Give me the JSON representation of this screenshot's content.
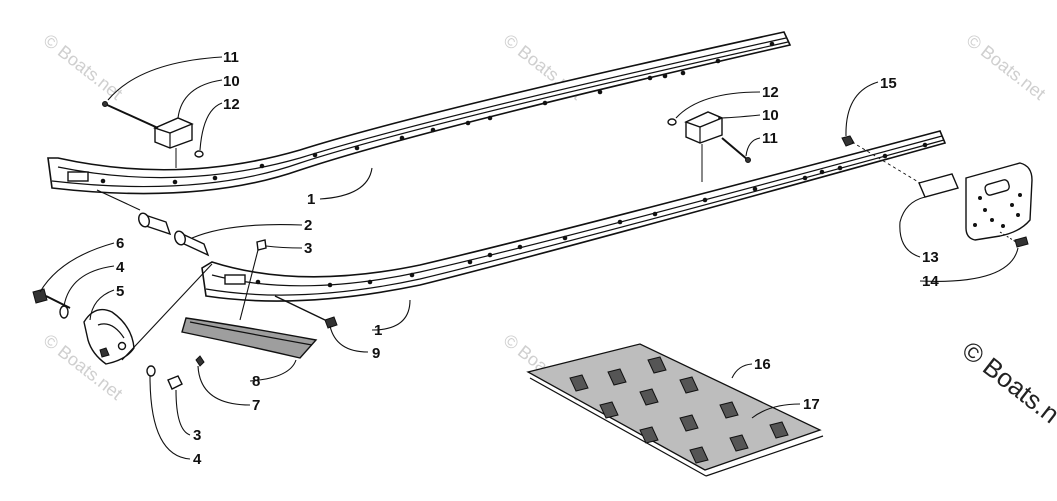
{
  "watermark": {
    "text": "© Boats.net",
    "corner_text": "© Boats.n"
  },
  "callouts": [
    {
      "id": "c11a",
      "text": "11"
    },
    {
      "id": "c10a",
      "text": "10"
    },
    {
      "id": "c12a",
      "text": "12"
    },
    {
      "id": "c12b",
      "text": "12"
    },
    {
      "id": "c10b",
      "text": "10"
    },
    {
      "id": "c11b",
      "text": "11"
    },
    {
      "id": "c15",
      "text": "15"
    },
    {
      "id": "c1a",
      "text": "1"
    },
    {
      "id": "c2",
      "text": "2"
    },
    {
      "id": "c3a",
      "text": "3"
    },
    {
      "id": "c6",
      "text": "6"
    },
    {
      "id": "c4a",
      "text": "4"
    },
    {
      "id": "c5",
      "text": "5"
    },
    {
      "id": "c1b",
      "text": "1"
    },
    {
      "id": "c9",
      "text": "9"
    },
    {
      "id": "c8",
      "text": "8"
    },
    {
      "id": "c7",
      "text": "7"
    },
    {
      "id": "c3b",
      "text": "3"
    },
    {
      "id": "c4b",
      "text": "4"
    },
    {
      "id": "c13",
      "text": "13"
    },
    {
      "id": "c14",
      "text": "14"
    },
    {
      "id": "c16",
      "text": "16"
    },
    {
      "id": "c17",
      "text": "17"
    }
  ]
}
